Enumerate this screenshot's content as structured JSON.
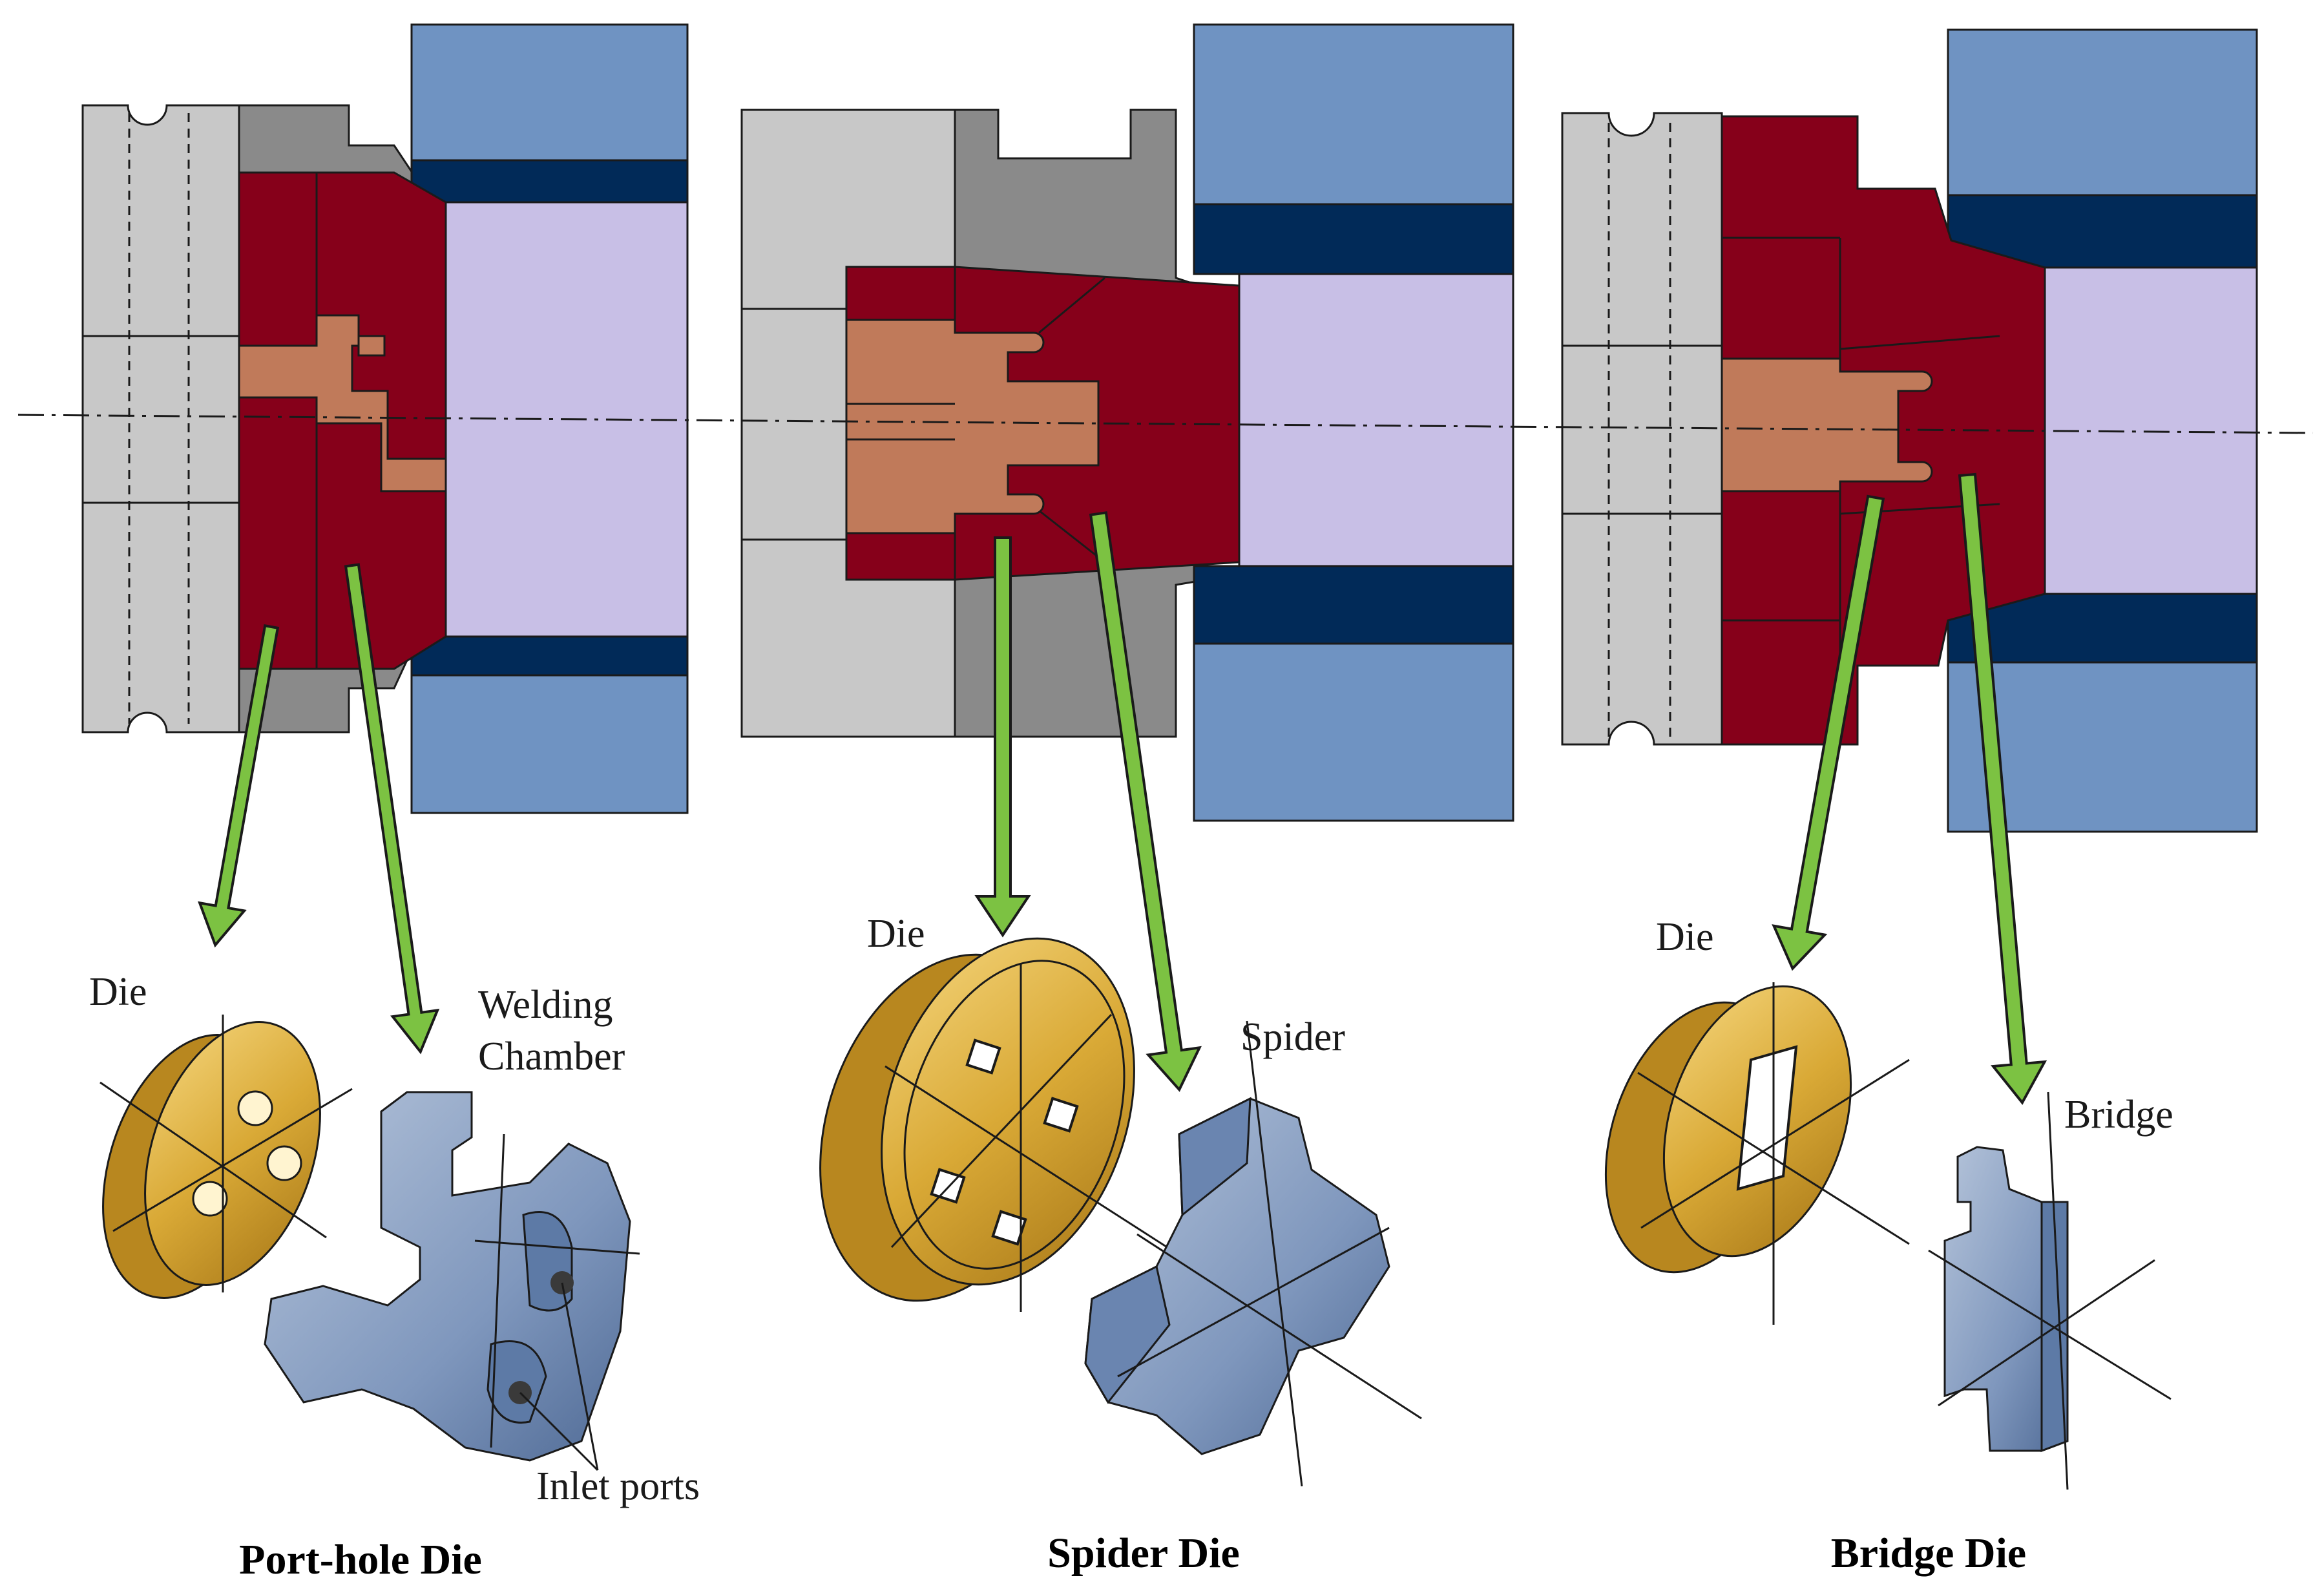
{
  "colors": {
    "die_red": "#86001a",
    "core_copper": "#c07a5a",
    "light_gray": "#c8c8c8",
    "mid_gray": "#8a8a8a",
    "container_blue": "#6f93c2",
    "liner_navy": "#012a58",
    "billet_lavender": "#c8bfe6",
    "arrow_green": "#7cc242",
    "die_gold": "#e0b448",
    "steel_blue": "#8fa5c5"
  },
  "labels": {
    "porthole_die": "Die",
    "welding_chamber_l1": "Welding",
    "welding_chamber_l2": "Chamber",
    "inlet_ports": "Inlet ports",
    "spider_die": "Die",
    "spider": "Spider",
    "bridge_die_die": "Die",
    "bridge": "Bridge"
  },
  "captions": {
    "porthole": "Port-hole Die",
    "spider": "Spider Die",
    "bridge": "Bridge Die"
  }
}
